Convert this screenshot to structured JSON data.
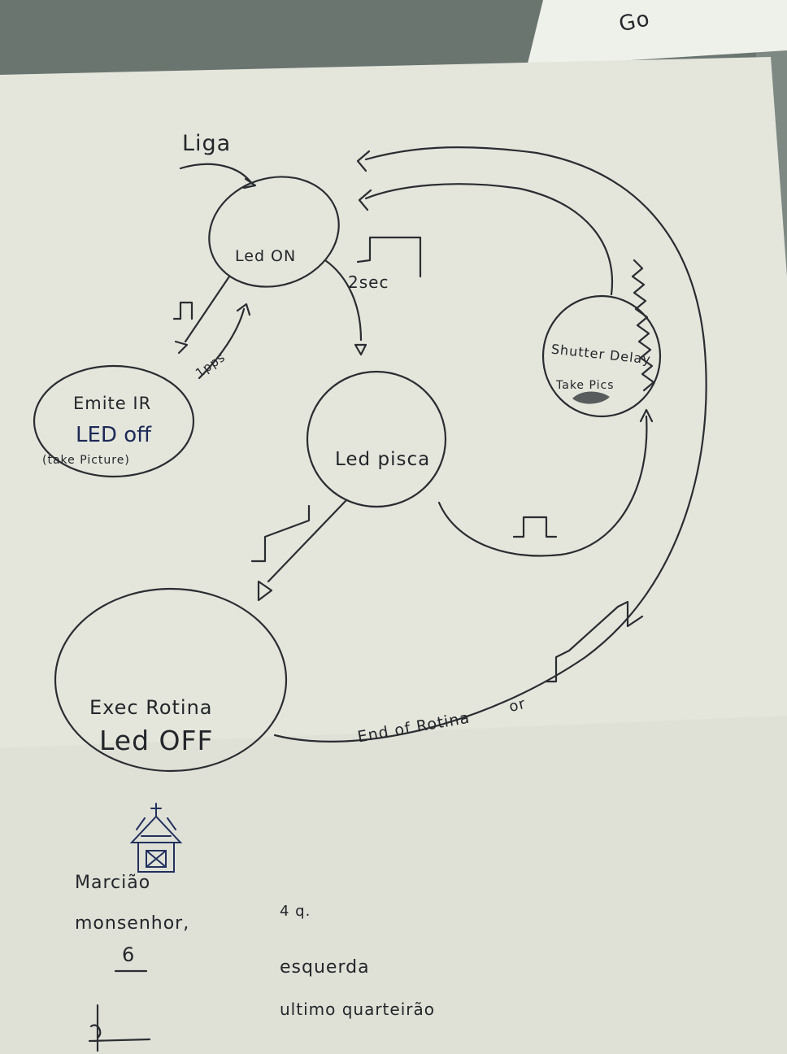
{
  "corner_note": "Go",
  "colors": {
    "paper": "#e6e8de",
    "ink": "#2a2d31",
    "blue_ink": "#1d2a57",
    "background": "#6f7a74"
  },
  "diagram": {
    "start_label": "Liga",
    "states": {
      "led_on": "Led ON",
      "emite_ir": {
        "line1": "Emite IR",
        "line2": "LED off",
        "line3": "(take Picture)"
      },
      "led_pisca": "Led pisca",
      "shutter_delay": {
        "line1": "Shutter Delay",
        "line2": "Take Pics"
      },
      "exec_rotina": {
        "line1": "Exec Rotina",
        "line2": "Led OFF"
      }
    },
    "transitions": {
      "led_on_to_pisca": "2sec",
      "emite_to_led_on": "1pps",
      "rotina_to_led_on": {
        "line1": "End of Rotina",
        "line2": "or"
      }
    }
  },
  "notes": {
    "line1": "Marcião",
    "line2": "monsenhor,",
    "line3": "6",
    "line4": "4 q.",
    "line5": "esquerda",
    "line6": "ultimo quarteirão"
  }
}
